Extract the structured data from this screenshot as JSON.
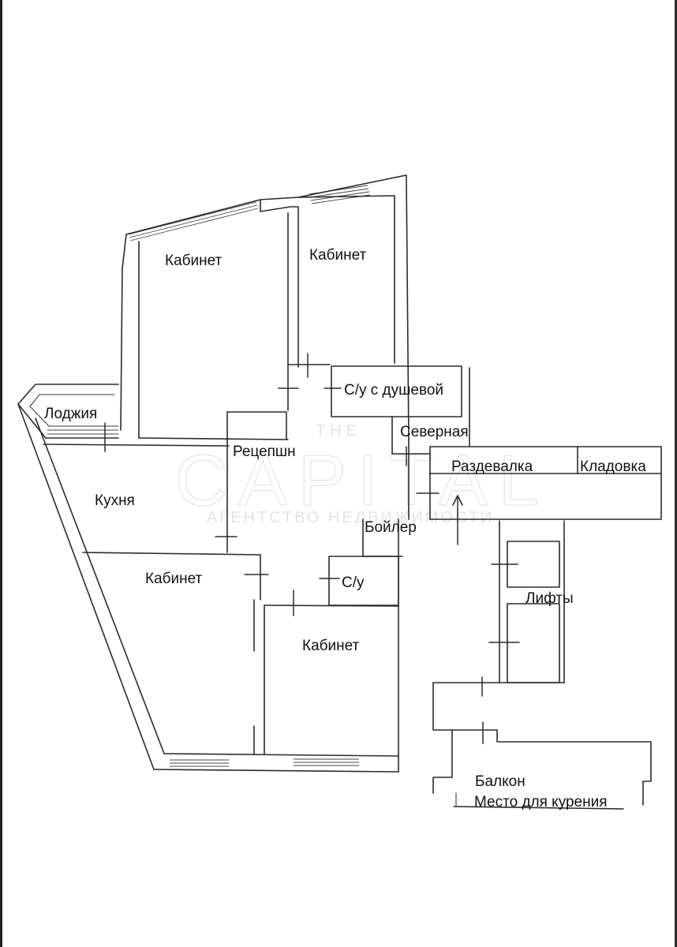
{
  "rooms": {
    "office_top_left": "Кабинет",
    "office_top_right": "Кабинет",
    "bathroom_shower": "С/у с душевой",
    "loggia": "Лоджия",
    "north": "Северная",
    "reception": "Рецепшн",
    "cloakroom": "Раздевалка",
    "storage": "Кладовка",
    "kitchen": "Кухня",
    "boiler": "Бойлер",
    "office_bottom_left": "Кабинет",
    "bathroom": "С/у",
    "lifts": "Лифты",
    "office_bottom_right": "Кабинет",
    "balcony": "Балкон",
    "smoking_area": "Место для курения"
  },
  "watermark": {
    "the": "THE",
    "brand": "CAPITAL",
    "subtitle": "АГЕНТСТВО НЕДВИЖИМОСТИ"
  }
}
